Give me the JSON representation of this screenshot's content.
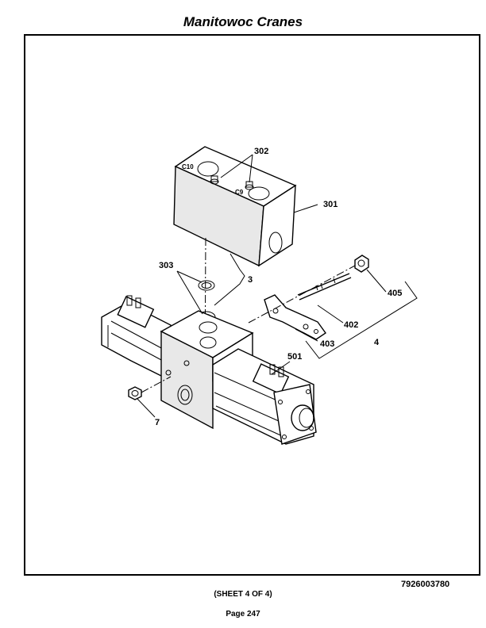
{
  "header": {
    "title": "Manitowoc Cranes"
  },
  "callouts": {
    "c302": "302",
    "c301": "301",
    "c10": "C10",
    "c9": "C9",
    "c303": "303",
    "c3": "3",
    "c405": "405",
    "c402": "402",
    "c403": "403",
    "c4": "4",
    "c501": "501",
    "c7": "7"
  },
  "footer": {
    "doc_number": "7926003780",
    "sheet": "(SHEET 4 OF 4)",
    "page": "Page 247"
  }
}
